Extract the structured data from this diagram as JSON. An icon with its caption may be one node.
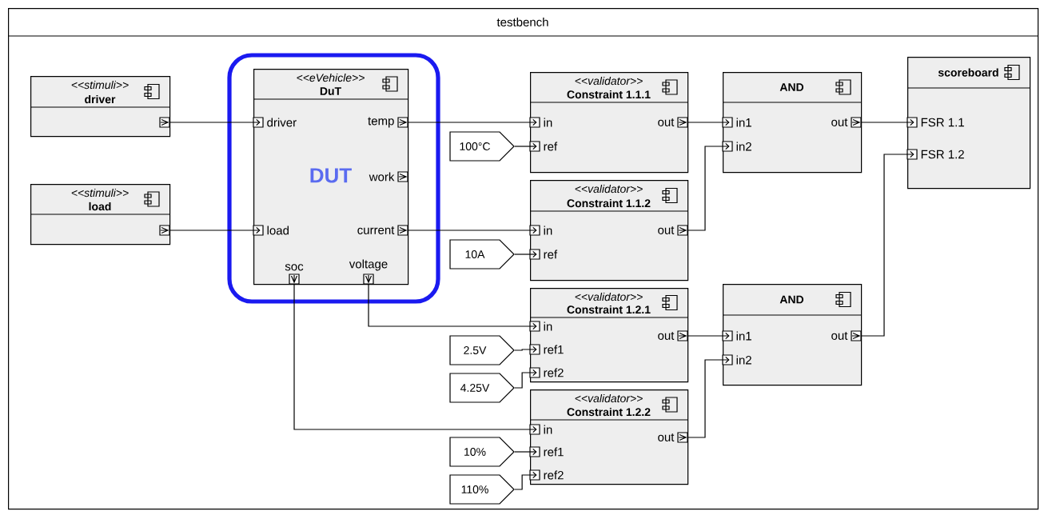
{
  "diagram": {
    "nodes": [
      {
        "text": [
          "testbench"
        ]
      },
      {
        "text": [
          "<<stimuli>>",
          "driver"
        ],
        "in": 0
      },
      {
        "text": [
          "<<stimuli>>",
          "load"
        ],
        "in": 0
      },
      {
        "text": [
          "<<eVehicle>>",
          "DuT",
          "DUT"
        ],
        "in": 0
      },
      {
        "text": [
          "<<validator>>",
          "Constraint 1.1.1"
        ],
        "in": 0
      },
      {
        "text": [
          "<<validator>>",
          "Constraint 1.1.2"
        ],
        "in": 0
      },
      {
        "text": [
          "<<validator>>",
          "Constraint 1.2.1"
        ],
        "in": 0
      },
      {
        "text": [
          "<<validator>>",
          "Constraint 1.2.2"
        ],
        "in": 0
      },
      {
        "text": [
          "AND"
        ],
        "in": 0
      },
      {
        "text": [
          "AND"
        ],
        "in": 0
      },
      {
        "text": [
          "scoreboard"
        ],
        "in": 0
      },
      {
        "text": [
          "100°C"
        ],
        "in": 0
      },
      {
        "text": [
          "10A"
        ],
        "in": 0
      },
      {
        "text": [
          "2.5V"
        ],
        "in": 0
      },
      {
        "text": [
          "4.25V"
        ],
        "in": 0
      },
      {
        "text": [
          "10%"
        ],
        "in": 0
      },
      {
        "text": [
          "110%"
        ],
        "in": 0
      },
      {
        "text": [],
        "shape": "box",
        "in": 1
      },
      {
        "text": [],
        "shape": "box",
        "in": 2
      },
      {
        "text": [],
        "shape": "box",
        "in": 3,
        "beside": [
          "driver"
        ]
      },
      {
        "text": [],
        "shape": "box",
        "in": 3,
        "beside": [
          "load"
        ]
      },
      {
        "text": [],
        "shape": "box",
        "in": 3,
        "beside": [
          "temp"
        ]
      },
      {
        "text": [],
        "shape": "box",
        "in": 3,
        "beside": [
          "work"
        ]
      },
      {
        "text": [],
        "shape": "box",
        "in": 3,
        "beside": [
          "current"
        ]
      },
      {
        "text": [],
        "shape": "box",
        "in": 3,
        "beside": [
          "soc"
        ]
      },
      {
        "text": [],
        "shape": "box",
        "in": 3,
        "beside": [
          "voltage"
        ]
      },
      {
        "text": [],
        "shape": "box",
        "in": 4,
        "beside": [
          "in"
        ]
      },
      {
        "text": [],
        "shape": "box",
        "in": 4,
        "beside": [
          "ref"
        ]
      },
      {
        "text": [],
        "shape": "box",
        "in": 4,
        "beside": [
          "out"
        ]
      },
      {
        "text": [],
        "shape": "box",
        "in": 5,
        "beside": [
          "in"
        ]
      },
      {
        "text": [],
        "shape": "box",
        "in": 5,
        "beside": [
          "ref"
        ]
      },
      {
        "text": [],
        "shape": "box",
        "in": 5,
        "beside": [
          "out"
        ]
      },
      {
        "text": [],
        "shape": "box",
        "in": 6,
        "beside": [
          "in"
        ]
      },
      {
        "text": [],
        "shape": "box",
        "in": 6,
        "beside": [
          "ref1"
        ]
      },
      {
        "text": [],
        "shape": "box",
        "in": 6,
        "beside": [
          "ref2"
        ]
      },
      {
        "text": [],
        "shape": "box",
        "in": 6,
        "beside": [
          "out"
        ]
      },
      {
        "text": [],
        "shape": "box",
        "in": 7,
        "beside": [
          "in"
        ]
      },
      {
        "text": [],
        "shape": "box",
        "in": 7,
        "beside": [
          "ref1"
        ]
      },
      {
        "text": [],
        "shape": "box",
        "in": 7,
        "beside": [
          "ref2"
        ]
      },
      {
        "text": [],
        "shape": "box",
        "in": 7,
        "beside": [
          "out"
        ]
      },
      {
        "text": [],
        "shape": "box",
        "in": 8,
        "beside": [
          "in1"
        ]
      },
      {
        "text": [],
        "shape": "box",
        "in": 8,
        "beside": [
          "in2"
        ]
      },
      {
        "text": [],
        "shape": "box",
        "in": 8,
        "beside": [
          "out"
        ]
      },
      {
        "text": [],
        "shape": "box",
        "in": 9,
        "beside": [
          "in1"
        ]
      },
      {
        "text": [],
        "shape": "box",
        "in": 9,
        "beside": [
          "in2"
        ]
      },
      {
        "text": [],
        "shape": "box",
        "in": 9,
        "beside": [
          "out"
        ]
      },
      {
        "text": [],
        "shape": "box",
        "in": 10,
        "beside": [
          "FSR 1.1"
        ]
      },
      {
        "text": [],
        "shape": "box",
        "in": 10,
        "beside": [
          "FSR 1.2"
        ]
      }
    ],
    "edges": [
      {
        "from": 17,
        "to": 19,
        "arrow": "to"
      },
      {
        "from": 18,
        "to": 20,
        "arrow": "to"
      },
      {
        "from": 21,
        "to": 26,
        "arrow": "to"
      },
      {
        "from": 23,
        "to": 29,
        "arrow": "to"
      },
      {
        "from": 25,
        "to": 32,
        "arrow": "to"
      },
      {
        "from": 24,
        "to": 36,
        "arrow": "to"
      },
      {
        "from": 11,
        "to": 27,
        "arrow": "to"
      },
      {
        "from": 12,
        "to": 30,
        "arrow": "to"
      },
      {
        "from": 13,
        "to": 33,
        "arrow": "to"
      },
      {
        "from": 14,
        "to": 34,
        "arrow": "to"
      },
      {
        "from": 15,
        "to": 37,
        "arrow": "to"
      },
      {
        "from": 16,
        "to": 38,
        "arrow": "to"
      },
      {
        "from": 28,
        "to": 40,
        "arrow": "to"
      },
      {
        "from": 31,
        "to": 41,
        "arrow": "to"
      },
      {
        "from": 35,
        "to": 43,
        "arrow": "to"
      },
      {
        "from": 39,
        "to": 44,
        "arrow": "to"
      },
      {
        "from": 42,
        "to": 46,
        "arrow": "to"
      },
      {
        "from": 45,
        "to": 47,
        "arrow": "to"
      }
    ]
  }
}
